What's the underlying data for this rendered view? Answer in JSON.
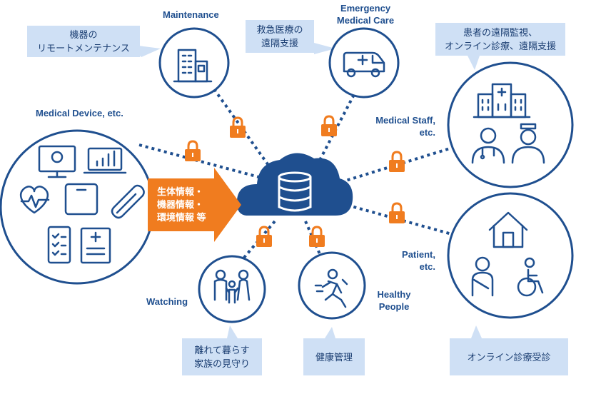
{
  "labels": {
    "maintenance": "Maintenance",
    "emergency": "Emergency\nMedical Care",
    "medical_device": "Medical Device, etc.",
    "medical_staff": "Medical Staff,\netc.",
    "patient": "Patient,\netc.",
    "watching": "Watching",
    "healthy_people": "Healthy\nPeople"
  },
  "callouts": {
    "remote_maintenance": "機器の\nリモートメンテナンス",
    "emergency_support": "救急医療の\n遠隔支援",
    "staff_support": "患者の遠隔監視、\nオンライン診療、遠隔支援",
    "watching_family": "離れて暮らす\n家族の見守り",
    "health_management": "健康管理",
    "online_consultation": "オンライン診療受診"
  },
  "data_arrow": "生体情報・\n機器情報・\n環境情報 等",
  "colors": {
    "primary": "#1f4f8f",
    "lock": "#f07c1f",
    "callout_bg": "#cfe0f5",
    "arrow": "#f07c1f",
    "cloud": "#1f4f8f"
  }
}
